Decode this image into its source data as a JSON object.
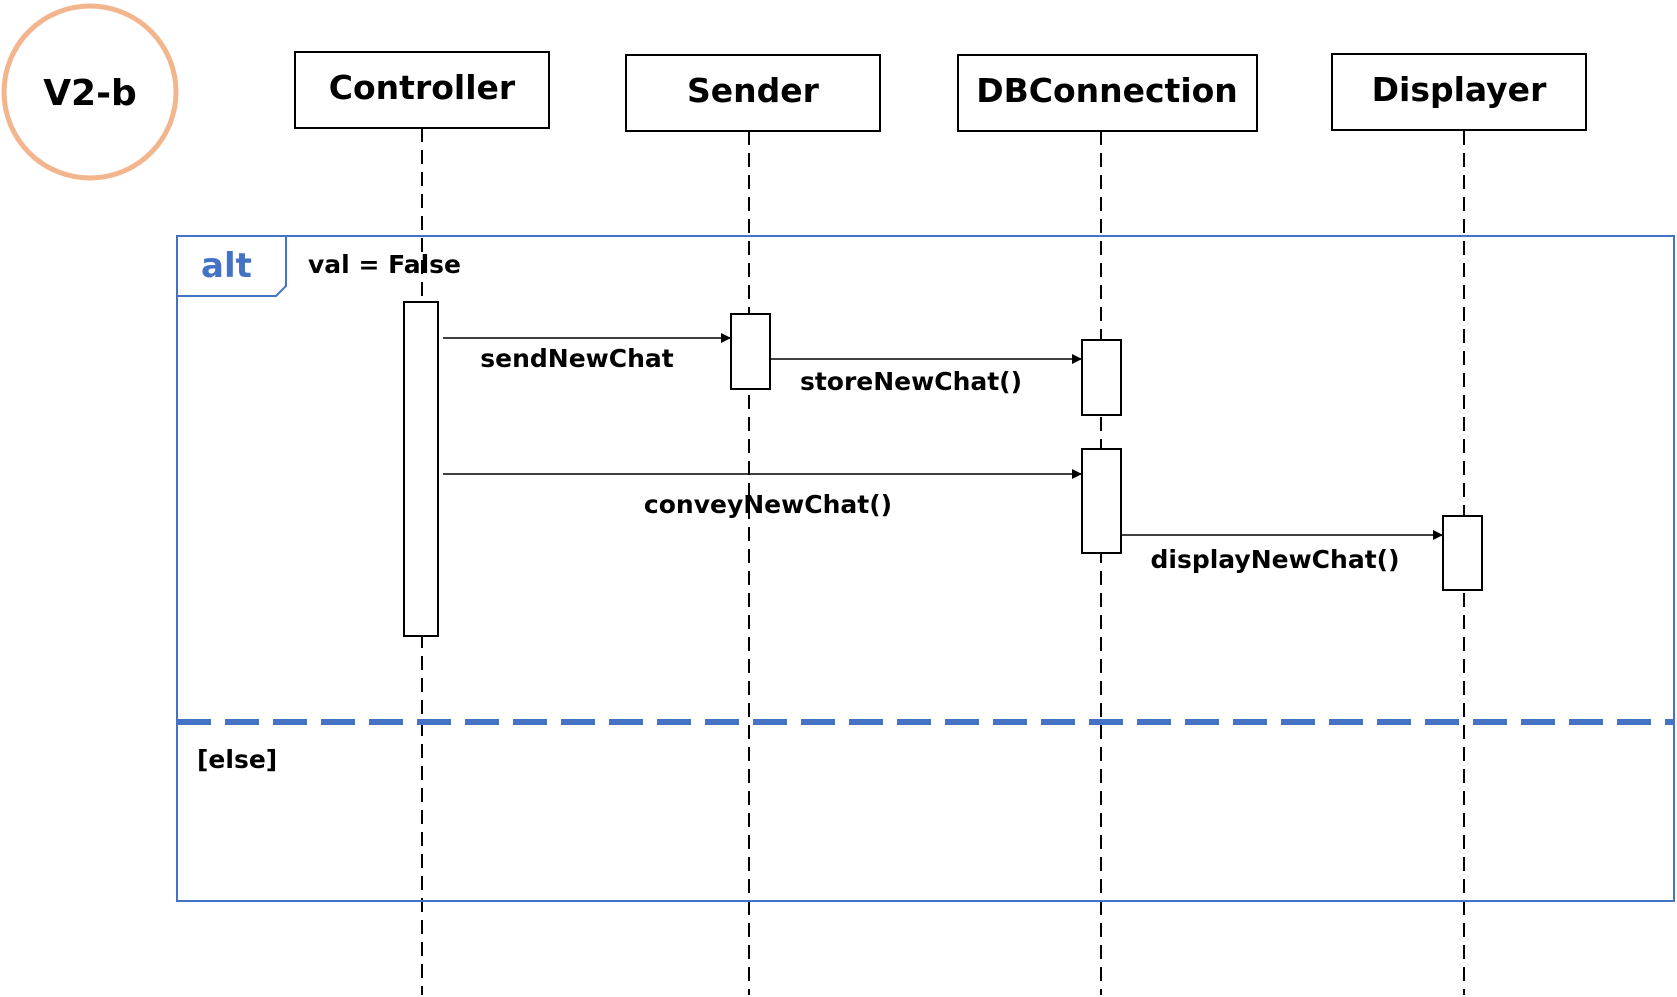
{
  "version_badge": {
    "label": "V2-b",
    "color": "#F2B58D"
  },
  "participants": [
    {
      "id": "controller",
      "name": "Controller"
    },
    {
      "id": "sender",
      "name": "Sender"
    },
    {
      "id": "dbconnection",
      "name": "DBConnection"
    },
    {
      "id": "displayer",
      "name": "Displayer"
    }
  ],
  "alt_frame": {
    "operator": "alt",
    "guard": "val = False",
    "else_label": "[else]",
    "color": "#4472C4"
  },
  "messages": [
    {
      "id": "sendNewChat",
      "label": "sendNewChat",
      "from": "controller",
      "to": "sender"
    },
    {
      "id": "storeNewChat",
      "label": "storeNewChat()",
      "from": "sender",
      "to": "dbconnection"
    },
    {
      "id": "conveyNewChat",
      "label": "conveyNewChat()",
      "from": "controller",
      "to": "dbconnection"
    },
    {
      "id": "displayNewChat",
      "label": "displayNewChat()",
      "from": "dbconnection",
      "to": "displayer"
    }
  ]
}
